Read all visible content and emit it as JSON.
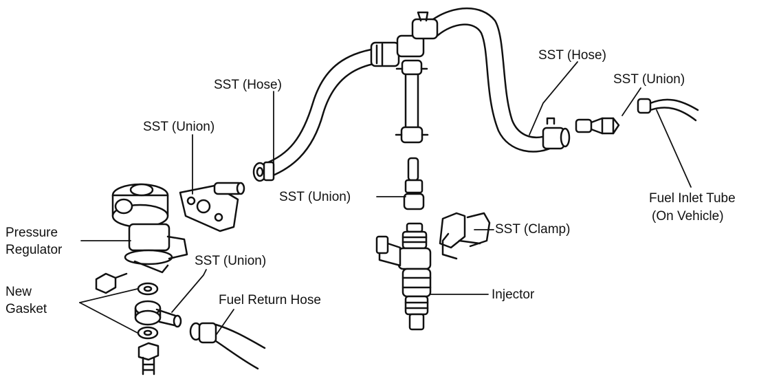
{
  "labels": {
    "sst_hose_left": "SST (Hose)",
    "sst_union_left": "SST (Union)",
    "sst_hose_right": "SST (Hose)",
    "sst_union_right": "SST (Union)",
    "sst_union_center": "SST (Union)",
    "sst_clamp": "SST (Clamp)",
    "pressure_regulator_line1": "Pressure",
    "pressure_regulator_line2": "Regulator",
    "new_gasket_line1": "New",
    "new_gasket_line2": "Gasket",
    "sst_union_lower": "SST (Union)",
    "fuel_return_hose": "Fuel Return Hose",
    "injector": "Injector",
    "fuel_inlet_tube_line1": "Fuel Inlet Tube",
    "fuel_inlet_tube_line2": "(On Vehicle)"
  },
  "colors": {
    "ink": "#111111",
    "paper": "#ffffff"
  }
}
